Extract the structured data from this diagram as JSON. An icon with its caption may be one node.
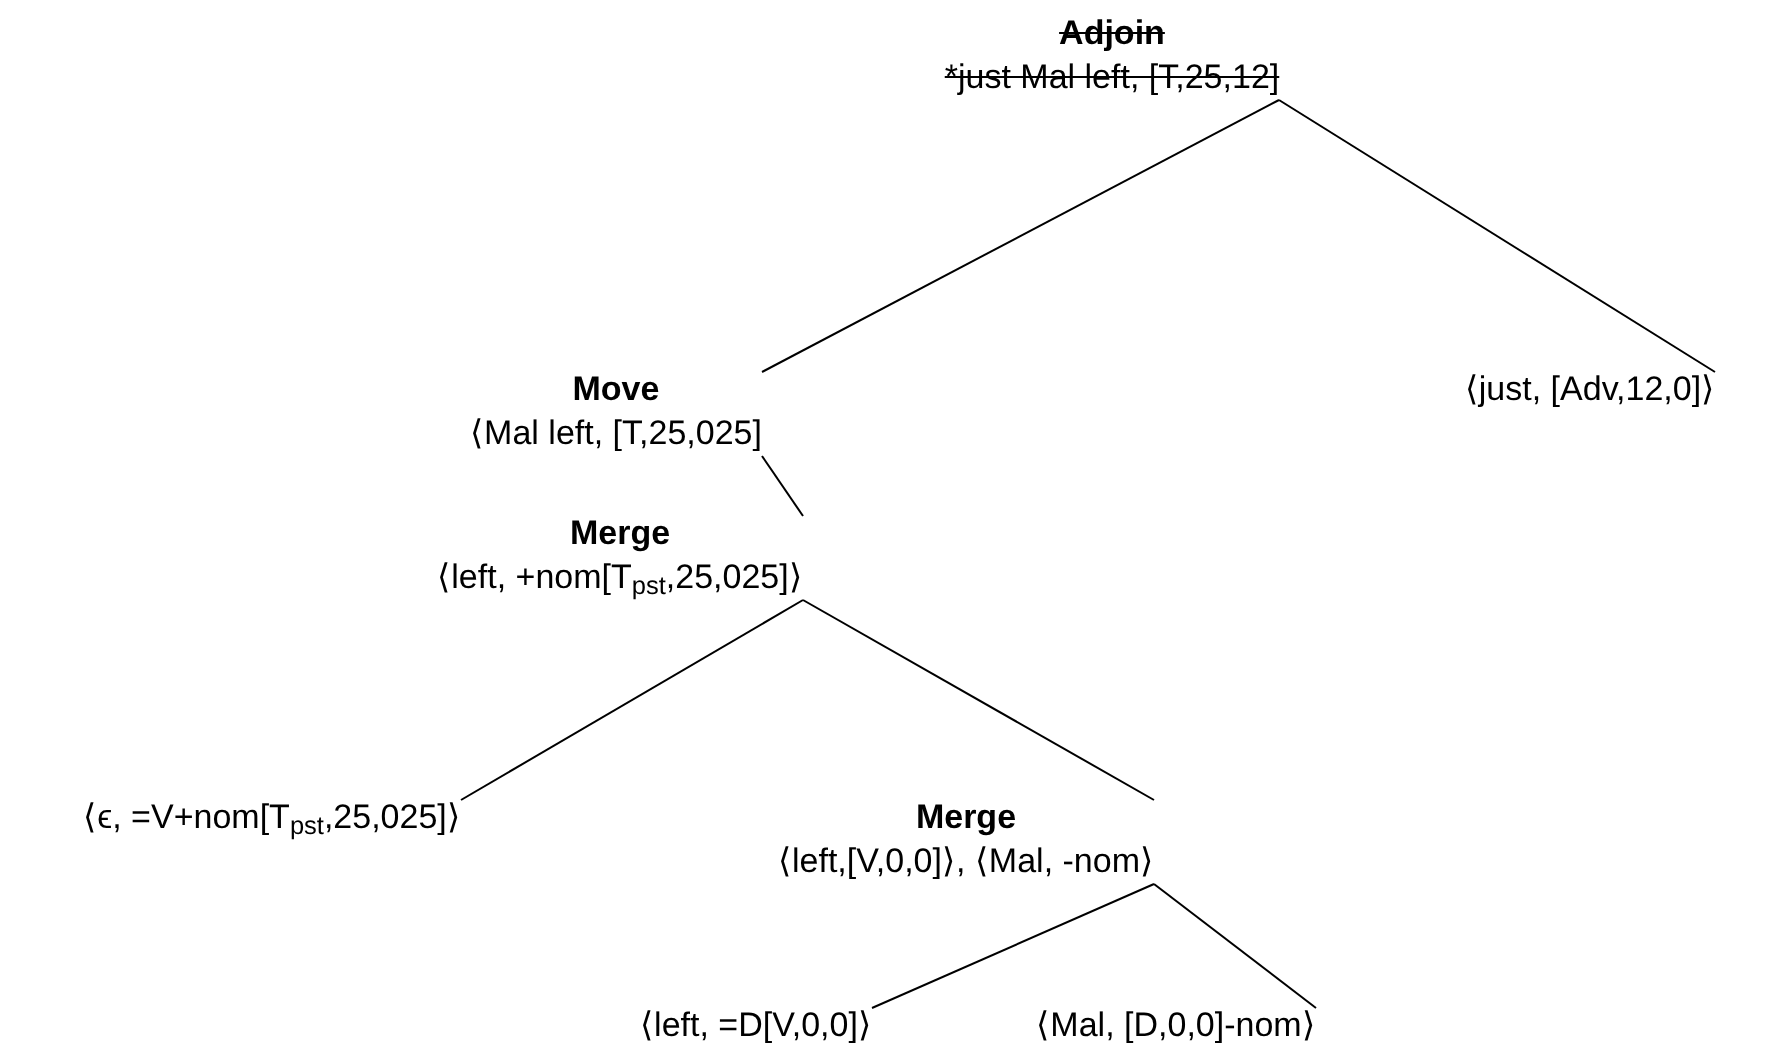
{
  "diagram": {
    "nodes": [
      {
        "text": [
          "Adjoin",
          "*just Mal left, [T,25,12]"
        ]
      },
      {
        "text": [
          "Move",
          "⟨Mal left, [T,25,025]"
        ]
      },
      {
        "text": [
          "Merge",
          "⟨left, +nom[T$_{pst}$,25,025]⟩"
        ]
      },
      {
        "text": [
          "⟨ϵ, =V+nom[T$_{pst}$,25,025]⟩"
        ]
      },
      {
        "text": [
          "Merge",
          "⟨left,[V,0,0]⟩, ⟨Mal, -nom⟩"
        ]
      },
      {
        "text": [
          "⟨left, =D[V,0,0]⟩"
        ]
      },
      {
        "text": [
          "⟨Mal, [D,0,0]-nom⟩"
        ]
      },
      {
        "text": [
          "⟨just, [Adv,12,0]⟩"
        ]
      }
    ],
    "edges": [
      {
        "from": 0,
        "to": 1,
        "arrow": "none"
      },
      {
        "from": 0,
        "to": 7,
        "arrow": "none"
      },
      {
        "from": 1,
        "to": 2,
        "arrow": "none"
      },
      {
        "from": 2,
        "to": 3,
        "arrow": "none"
      },
      {
        "from": 2,
        "to": 4,
        "arrow": "none"
      },
      {
        "from": 4,
        "to": 5,
        "arrow": "none"
      },
      {
        "from": 4,
        "to": 6,
        "arrow": "none"
      }
    ]
  }
}
